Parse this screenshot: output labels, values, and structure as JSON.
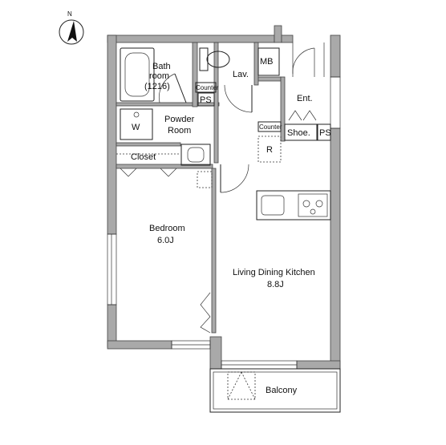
{
  "rooms": {
    "bath_l1": "Bath",
    "bath_l2": "room",
    "bath_l3": "(1216)",
    "lav": "Lav.",
    "mb": "MB",
    "ent": "Ent.",
    "counter_top": "Counter",
    "ps_top": "PS",
    "powder_l1": "Powder",
    "powder_l2": "Room",
    "washer": "W",
    "counter_mid": "Counter",
    "shoe": "Shoe.",
    "ps_mid": "PS",
    "refrigerator": "R",
    "closet": "Closet",
    "bedroom_name": "Bedroom",
    "bedroom_size": "6.0J",
    "ldk_name": "Living Dining Kitchen",
    "ldk_size": "8.8J",
    "balcony": "Balcony"
  },
  "icons": {
    "north_arrow": "north-arrow",
    "bathtub": "bathtub",
    "toilet": "toilet",
    "sink": "sink",
    "stove": "stove"
  }
}
